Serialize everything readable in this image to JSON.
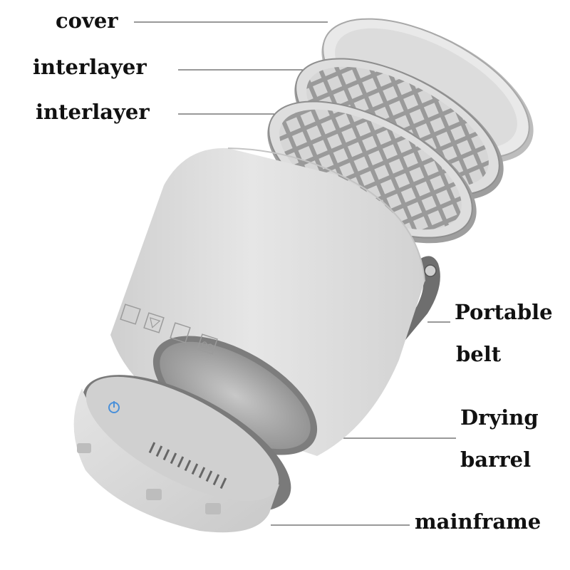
{
  "labels": {
    "cover": "cover",
    "interlayer_top": "interlayer",
    "interlayer_bottom": "interlayer",
    "portable_belt_line1": "Portable",
    "portable_belt_line2": "belt",
    "drying_barrel_line1": "Drying",
    "drying_barrel_line2": "barrel",
    "mainframe": "mainframe"
  },
  "colors": {
    "body_gray": "#d9d9d9",
    "body_gray_light": "#e8e8e8",
    "rim_dark": "#7a7a7a",
    "belt": "#6e6e6e",
    "grille": "#666666",
    "power_icon": "#4a90d9",
    "text": "#111111"
  },
  "icons": [
    "power-icon",
    "clothing-icon-1",
    "clothing-icon-2",
    "clothing-icon-3",
    "clothing-icon-4"
  ]
}
